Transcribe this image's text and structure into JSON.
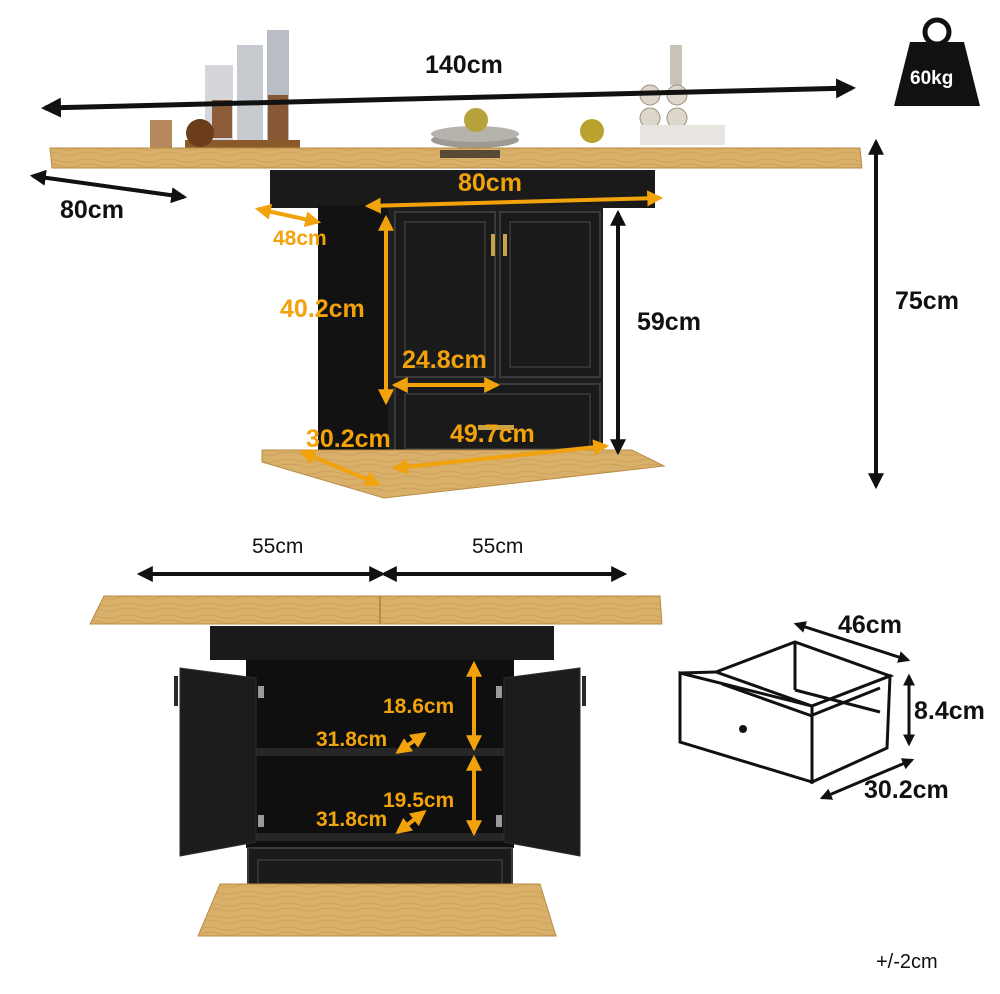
{
  "colors": {
    "wood": "#D9B06A",
    "wood_edge": "#C89A52",
    "cabinet": "#1A1A1A",
    "dimension_black": "#111111",
    "dimension_orange": "#F2A20A"
  },
  "top_view": {
    "total_length": "140cm",
    "depth": "80cm",
    "cabinet_width": "80cm",
    "cabinet_depth": "48cm",
    "door_height": "40.2cm",
    "cabinet_height": "59cm",
    "total_height": "75cm",
    "door_width": "24.8cm",
    "base_depth": "30.2cm",
    "drawer_width": "49.7cm"
  },
  "weight_badge": {
    "label": "60kg",
    "icon": "weight-icon"
  },
  "front_view": {
    "left_leaf": "55cm",
    "right_leaf": "55cm",
    "upper_shelf_height": "18.6cm",
    "upper_shelf_depth": "31.8cm",
    "lower_shelf_height": "19.5cm",
    "lower_shelf_depth": "31.8cm"
  },
  "drawer_view": {
    "width": "46cm",
    "height": "8.4cm",
    "depth": "30.2cm"
  },
  "tolerance": "+/-2cm"
}
